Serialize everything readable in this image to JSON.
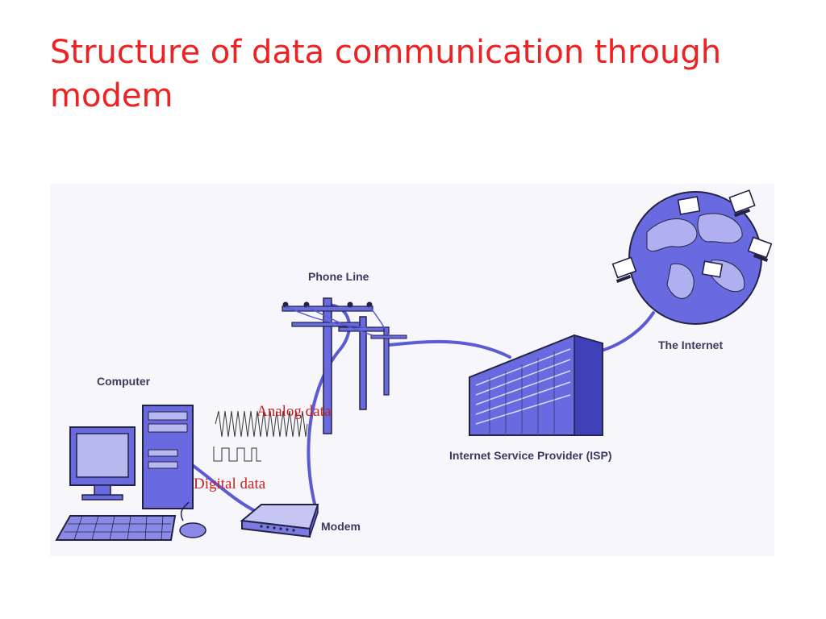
{
  "slide": {
    "title": "Structure of data communication through modem"
  },
  "diagram": {
    "labels": {
      "phone_line": "Phone Line",
      "the_internet": "The Internet",
      "computer": "Computer",
      "isp": "Internet Service Provider (ISP)",
      "modem": "Modem"
    },
    "annotations": {
      "analog_data": "Analog data",
      "digital_data": "Digital data"
    }
  },
  "colors": {
    "title": "#ee2222",
    "annotation": "#cc1f1f",
    "equipment": "#5b5bd6",
    "equipment_light": "#a9a9ee",
    "outline": "#222244"
  },
  "icons": [
    "computer-icon",
    "modem-icon",
    "telephone-pole-icon",
    "isp-building-icon",
    "globe-icon",
    "analog-wave-icon",
    "digital-wave-icon"
  ]
}
